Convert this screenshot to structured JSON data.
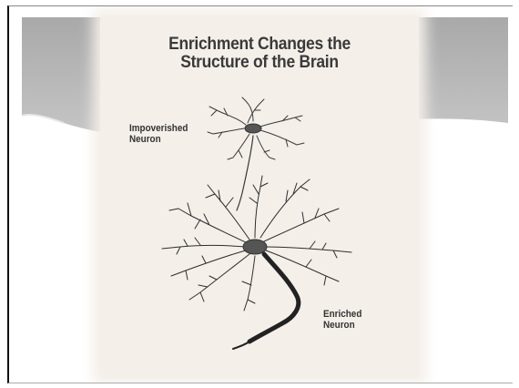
{
  "diagram": {
    "title_line1": "Enrichment Changes the",
    "title_line2": "Structure of the Brain",
    "impoverished_label": "Impoverished\nNeuron",
    "enriched_label": "Enriched\nNeuron"
  },
  "colors": {
    "band": "#b3b3b3",
    "paper": "#f4efe9",
    "ink": "#3a3a3a",
    "cell_body": "#555555"
  },
  "icons": [
    "impoverished-neuron-icon",
    "enriched-neuron-icon"
  ]
}
